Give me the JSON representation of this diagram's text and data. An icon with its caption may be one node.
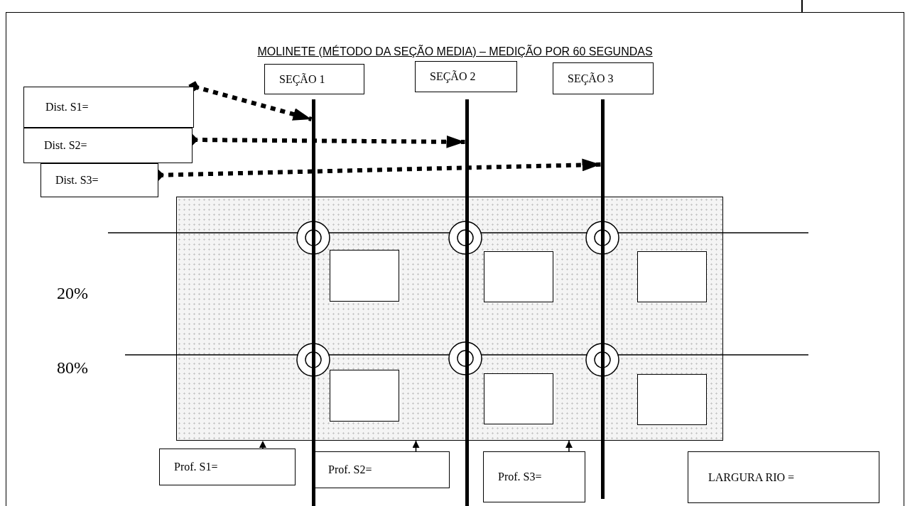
{
  "diagram": {
    "title": "MOLINETE (MÉTODO DA SEÇÃO MEDIA) – MEDIÇÃO POR 60 SEGUNDAS",
    "nodes": [
      {
        "text": [
          "Dist. S1="
        ]
      },
      {
        "text": [
          "Dist. S2="
        ]
      },
      {
        "text": [
          "Dist. S3="
        ]
      },
      {
        "text": [
          "SEÇÃO 1"
        ]
      },
      {
        "text": [
          "SEÇÃO 2"
        ]
      },
      {
        "text": [
          "SEÇÃO 3"
        ]
      },
      {
        "text": [],
        "shape": "bar"
      },
      {
        "text": [],
        "shape": "bar"
      },
      {
        "text": [],
        "shape": "bar"
      },
      {
        "text": [],
        "shape": "box"
      },
      {
        "text": [],
        "shape": "box",
        "in": 9
      },
      {
        "text": [],
        "shape": "box",
        "in": 9
      },
      {
        "text": [],
        "shape": "box",
        "in": 9
      },
      {
        "text": [],
        "shape": "box",
        "in": 9
      },
      {
        "text": [],
        "shape": "box",
        "in": 9
      },
      {
        "text": [],
        "shape": "box",
        "in": 9
      },
      {
        "text": [
          "Prof. S1="
        ]
      },
      {
        "text": [
          "Prof. S2="
        ]
      },
      {
        "text": [
          "Prof. S3="
        ]
      },
      {
        "text": [
          "LARGURA RIO  ="
        ]
      }
    ],
    "edges": [
      {
        "from": 0,
        "to": 6,
        "arrow": "to",
        "style": "dashed"
      },
      {
        "from": 1,
        "to": 7,
        "arrow": "to",
        "style": "dashed"
      },
      {
        "from": 2,
        "to": 8,
        "arrow": "to",
        "style": "dashed"
      },
      {
        "from": 16,
        "to": 9,
        "arrow": "to",
        "style": "dashed"
      },
      {
        "from": 17,
        "to": 9,
        "arrow": "to",
        "style": "dashed"
      },
      {
        "from": 18,
        "to": 9,
        "arrow": "to",
        "style": "dashed"
      }
    ],
    "labels": [
      "20%",
      "80%"
    ]
  }
}
